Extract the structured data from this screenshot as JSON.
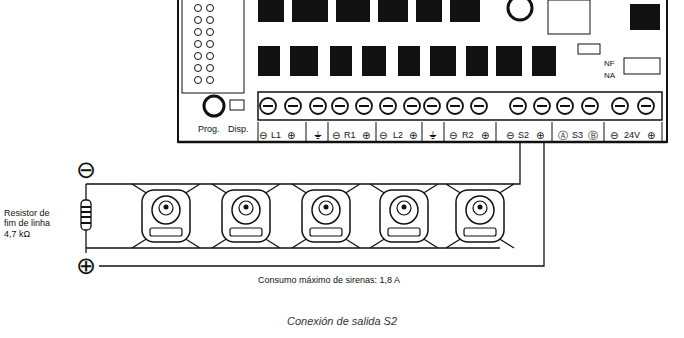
{
  "diagram": {
    "caption": "Conexión de salida S2",
    "labels": [
      "Prog.",
      "Disp.",
      "⊖",
      "L1",
      "⊕",
      "⏚",
      "⊖",
      "R1",
      "⊕",
      "⊖",
      "L2",
      "⊕",
      "⏚",
      "⊖",
      "R2",
      "⊕",
      "⊖",
      "S2",
      "⊕",
      "Ⓐ",
      "S3",
      "Ⓑ",
      "⊖",
      "24V",
      "⊕",
      "NF",
      "NA",
      "⊖",
      "⊕",
      "Resistor de fim de linha 4,7 kΩ",
      "Consumo máximo de sirenas: 1,8 A"
    ]
  }
}
